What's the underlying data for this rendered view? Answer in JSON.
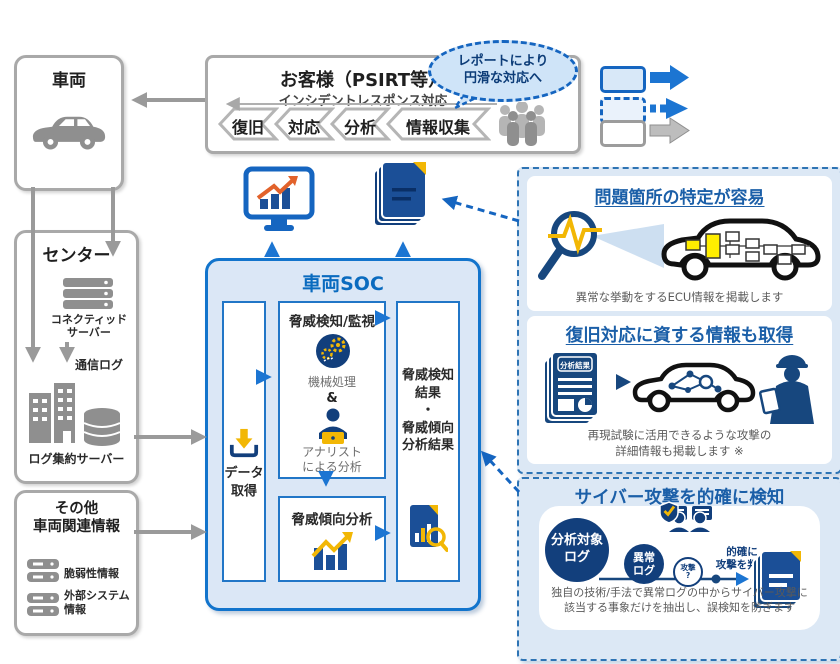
{
  "left_column": {
    "vehicle_title": "車両",
    "center_title": "センター",
    "connected_server": "コネクティッド\nサーバー",
    "comm_log": "通信ログ",
    "log_server": "ログ集約サーバー",
    "other_title": "その他\n車両関連情報",
    "vuln_info": "脆弱性情報",
    "ext_info": "外部システム\n情報"
  },
  "customer": {
    "title": "お客様（PSIRT等）",
    "response_label": "インシデントレスポンス対応",
    "steps": [
      "復旧",
      "対応",
      "分析",
      "情報収集"
    ],
    "bubble": "レポートにより\n円滑な対応へ"
  },
  "soc": {
    "title": "車両SOC",
    "data_acq": "データ\n取得",
    "detect_title": "脅威検知/監視",
    "machine": "機械処理",
    "amp": "&",
    "analyst": "アナリスト\nによる分析",
    "trend": "脅威傾向分析",
    "results": "脅威検知\n結果\n・\n脅威傾向\n分析結果"
  },
  "panel_ecu": {
    "title": "問題箇所の特定が容易",
    "caption": "異常な挙動をするECU情報を掲載します"
  },
  "panel_recovery": {
    "title": "復旧対応に資する情報も取得",
    "doc_label": "分析結果",
    "caption": "再現試験に活用できるような攻撃の\n詳細情報も掲載します ※"
  },
  "panel_detect": {
    "title": "サイバー攻撃を的確に検知",
    "source_log": "分析対象\nログ",
    "anomaly_log": "異常\nログ",
    "attack_q": "攻撃\n?",
    "judge": "的確に\n攻撃を判定",
    "caption": "独自の技術/手法で異常ログの中からサイバー攻撃に\n該当する事象だけを抽出し、誤検知を防ぎます"
  },
  "colors": {
    "accent_blue": "#1274cc",
    "navy": "#123f7c",
    "light_blue_bg": "#dbe7f6",
    "panel_title_blue": "#1b5fa8",
    "dashed_border_blue": "#2e74b4",
    "gray": "#9a9a9a",
    "yellow": "#f2b705",
    "orange": "#e2622b"
  }
}
